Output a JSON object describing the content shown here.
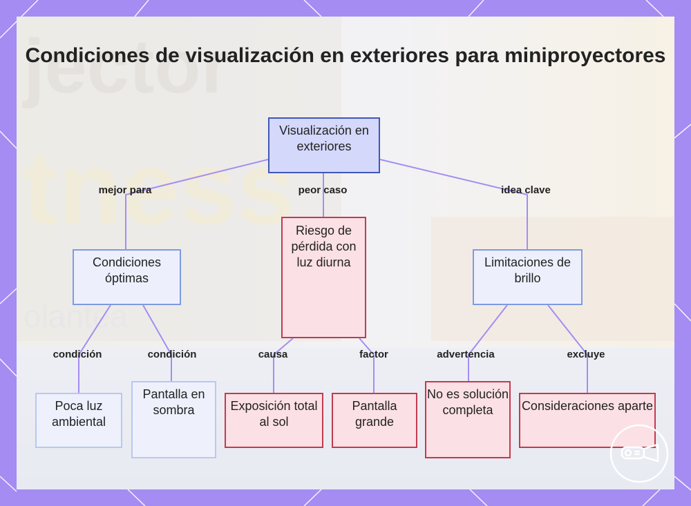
{
  "title": "Condiciones de visualización en exteriores para miniproyectores",
  "nodes": {
    "root": "Visualización en exteriores",
    "optimal": "Condiciones óptimas",
    "risk": "Riesgo de pérdida con luz diurna",
    "limits": "Limitaciones de brillo",
    "low_light": "Poca luz ambiental",
    "shade": "Pantalla en sombra",
    "sun": "Exposición total al sol",
    "big_screen": "Pantalla grande",
    "not_complete": "No es solución completa",
    "other": "Consideraciones aparte"
  },
  "edges": {
    "best_for": "mejor para",
    "worst_case": "peor caso",
    "key_idea": "idea clave",
    "condition_1": "condición",
    "condition_2": "condición",
    "cause": "causa",
    "factor": "factor",
    "warning": "advertencia",
    "excludes": "excluye"
  },
  "colors": {
    "frame": "#a48cf2",
    "main_fill": "#d4d8fa",
    "main_border": "#3f56b8",
    "blue_border": "#7f9ae0",
    "red_fill": "#fbe0e5",
    "red_border": "#c23a4f",
    "connector": "#a48cf2"
  },
  "background": {
    "watermark_text": [
      "jector",
      "tness",
      "olantea"
    ]
  },
  "logo": {
    "icon": "projector-logo-icon"
  }
}
